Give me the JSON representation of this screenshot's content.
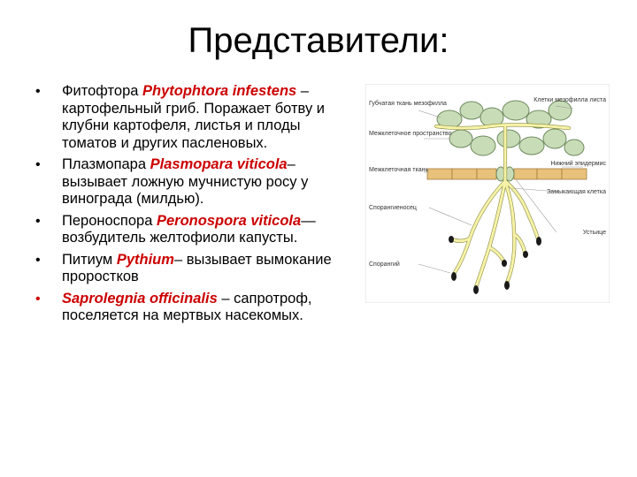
{
  "title": "Представители:",
  "bullets": [
    {
      "lead": "Фитофтора ",
      "sci": "Phytophtora infestens",
      "tail": " – картофельный гриб. Поражает ботву и клубни картофеля, листья и плоды томатов и других пасленовых."
    },
    {
      "lead": "Плазмопара ",
      "sci": "Plasmopara viticola",
      "tail": "– вызывает ложную мучнистую росу у винограда (милдью)."
    },
    {
      "lead": "Пероноспора ",
      "sci": "Peronospora viticola",
      "tail": "— возбудитель желтофиоли капусты."
    },
    {
      "lead": "Питиум ",
      "sci": "Pythium",
      "tail": "– вызывает вымокание проростков"
    },
    {
      "lead": "",
      "sci": "Saprolegnia officinalis",
      "tail": " – сапротроф, поселяется на мертвых насекомых."
    }
  ],
  "figure": {
    "labels_left": [
      "Губчатая ткань мезофилла",
      "Межклеточное пространство",
      "Межклеточная ткань",
      "Спорангиеносец",
      "Спорангий"
    ],
    "labels_right": [
      "Клетки мезофилла листа",
      "Нижний эпидермис",
      "Замыкающая клетка",
      "Устьице"
    ],
    "colors": {
      "hypha": "#f6f3a8",
      "hypha_stroke": "#8a8a40",
      "cell": "#c9dcb8",
      "cell_stroke": "#6e8a5e",
      "epidermis": "#e8c27a",
      "spore": "#1a1a1a"
    }
  }
}
